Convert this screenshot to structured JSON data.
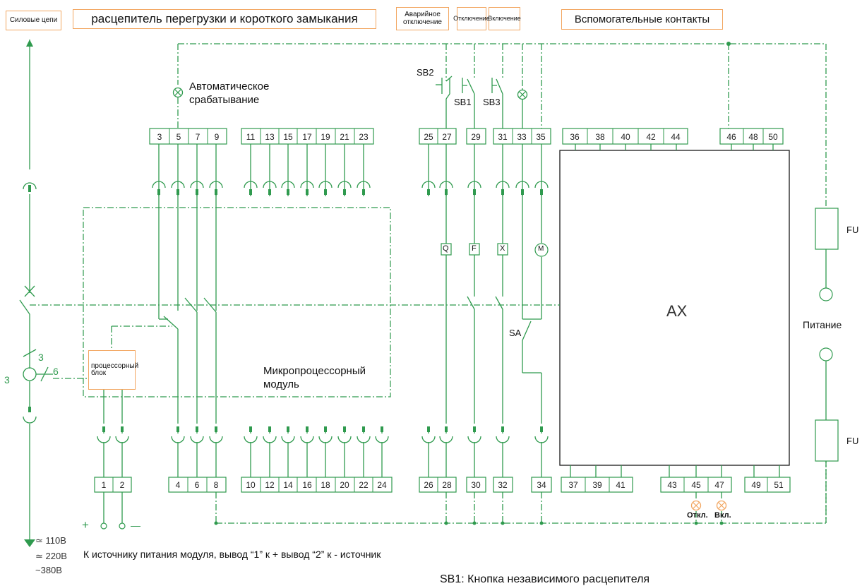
{
  "header": {
    "power_circuits": "Силовые цепи",
    "trip_unit": "расцепитель перегрузки и короткого замыкания",
    "emergency_off": "Аварийное отключение",
    "off": "Отключение",
    "on": "Включение",
    "aux_contacts": "Вспомогательные контакты"
  },
  "labels": {
    "auto_trip": "Автоматическое срабатывание",
    "sb2": "SB2",
    "sb1": "SB1",
    "sb3": "SB3",
    "processor_block": "процессорный блок",
    "micro_module": "Микропроцессорный модуль",
    "ax": "AX",
    "sa": "SA",
    "power": "Питание",
    "fu_top": "FU",
    "fu_bottom": "FU",
    "off_lamp": "Откл.",
    "on_lamp": "Вкл.",
    "phase_3a": "3",
    "phase_3b": "3",
    "phase_6": "6",
    "plus": "+",
    "minus": "—",
    "v110": "≃ 110В",
    "v220": "≃ 220В",
    "v380": "~380В",
    "supply_note": "К источнику питания модуля, вывод “1” к  + вывод “2” к - источник",
    "sb1_note": "SB1: Кнопка независимого расцепителя"
  },
  "coils": {
    "q": "Q",
    "f": "F",
    "x": "X",
    "m": "M"
  },
  "top_terminals": [
    {
      "group": "trip",
      "labels": [
        "3",
        "5",
        "7",
        "9"
      ]
    },
    {
      "group": "trip2",
      "labels": [
        "11",
        "13",
        "15",
        "17",
        "19",
        "21",
        "23"
      ]
    },
    {
      "group": "ctrl1",
      "labels": [
        "25",
        "27"
      ]
    },
    {
      "group": "ctrl2",
      "labels": [
        "29"
      ]
    },
    {
      "group": "ctrl3",
      "labels": [
        "31",
        "33",
        "35"
      ]
    },
    {
      "group": "aux1",
      "labels": [
        "36",
        "38",
        "40",
        "42",
        "44"
      ]
    },
    {
      "group": "aux2",
      "labels": [
        "46",
        "48",
        "50"
      ]
    }
  ],
  "bottom_terminals": [
    {
      "group": "supply",
      "labels": [
        "1",
        "2"
      ]
    },
    {
      "group": "trip",
      "labels": [
        "4",
        "6",
        "8"
      ]
    },
    {
      "group": "trip2",
      "labels": [
        "10",
        "12",
        "14",
        "16",
        "18",
        "20",
        "22",
        "24"
      ]
    },
    {
      "group": "ctrl1",
      "labels": [
        "26",
        "28"
      ]
    },
    {
      "group": "ctrl2",
      "labels": [
        "30"
      ]
    },
    {
      "group": "ctrl3",
      "labels": [
        "32"
      ]
    },
    {
      "group": "ctrl4",
      "labels": [
        "34"
      ]
    },
    {
      "group": "aux1",
      "labels": [
        "37",
        "39",
        "41"
      ]
    },
    {
      "group": "aux2",
      "labels": [
        "43",
        "45",
        "47"
      ]
    },
    {
      "group": "aux3",
      "labels": [
        "49",
        "51"
      ]
    }
  ]
}
